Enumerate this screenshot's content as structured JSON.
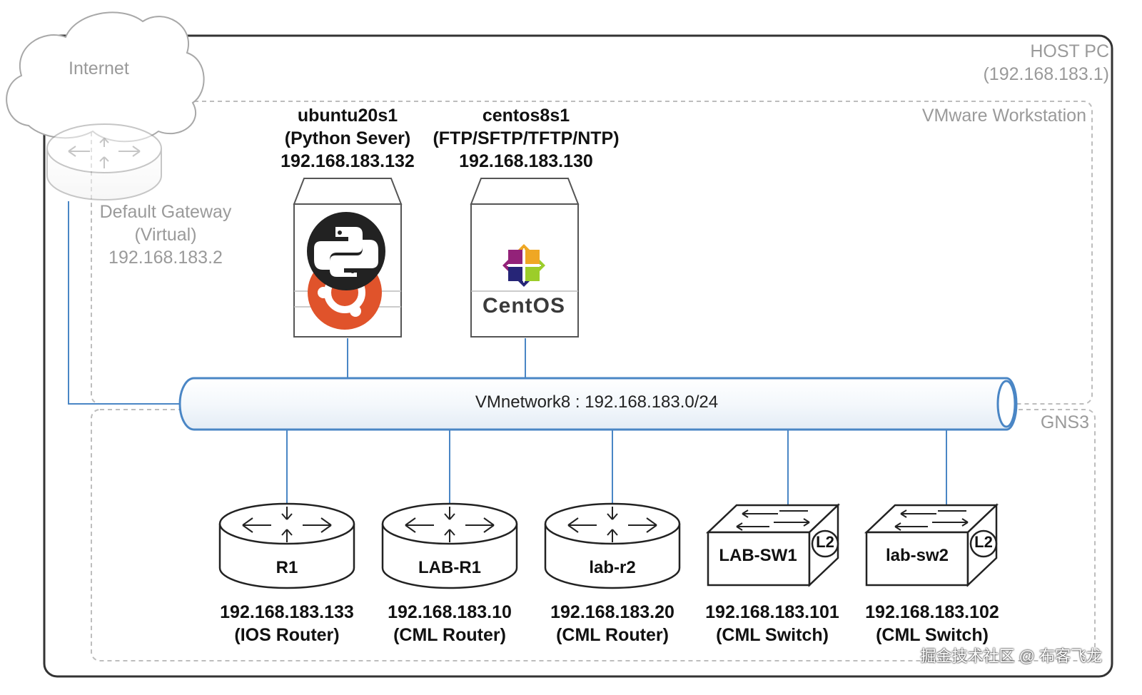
{
  "zones": {
    "host_pc": {
      "title": "HOST PC",
      "ip": "(192.168.183.1)"
    },
    "vmware": {
      "title": "VMware Workstation"
    },
    "gns3": {
      "title": "GNS3"
    }
  },
  "internet": {
    "label": "Internet"
  },
  "gateway": {
    "line1": "Default Gateway",
    "line2": "(Virtual)",
    "ip": "192.168.183.2",
    "icon": "router-icon"
  },
  "servers": [
    {
      "name": "ubuntu20s1",
      "role": "(Python Sever)",
      "ip": "192.168.183.132",
      "icon": "python-ubuntu-icon"
    },
    {
      "name": "centos8s1",
      "role": "(FTP/SFTP/TFTP/NTP)",
      "ip": "192.168.183.130",
      "icon": "centos-icon",
      "logo_text": "CentOS"
    }
  ],
  "network": {
    "label": "VMnetwork8 : 192.168.183.0/24"
  },
  "devices": [
    {
      "name": "R1",
      "ip": "192.168.183.133",
      "role": "(IOS Router)",
      "kind": "router"
    },
    {
      "name": "LAB-R1",
      "ip": "192.168.183.10",
      "role": "(CML Router)",
      "kind": "router"
    },
    {
      "name": "lab-r2",
      "ip": "192.168.183.20",
      "role": "(CML Router)",
      "kind": "router"
    },
    {
      "name": "LAB-SW1",
      "ip": "192.168.183.101",
      "role": "(CML Switch)",
      "kind": "switch",
      "badge": "L2"
    },
    {
      "name": "lab-sw2",
      "ip": "192.168.183.102",
      "role": "(CML Switch)",
      "kind": "switch",
      "badge": "L2"
    }
  ],
  "watermark": "掘金技术社区 @ 布客飞龙",
  "colors": {
    "link": "#4a86c5",
    "zone_border": "#bdbdbd",
    "host_border": "#333333",
    "ubuntu": "#e0532b",
    "python": "#222222"
  }
}
